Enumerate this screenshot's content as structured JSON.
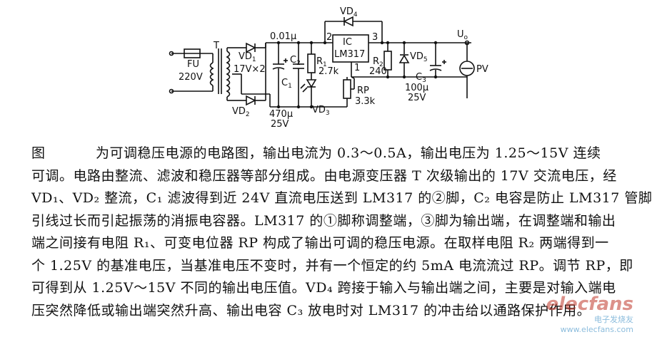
{
  "circuit": {
    "labels": {
      "fuse": "FU",
      "mains": "220V",
      "transformer": "T",
      "vd1": "VD",
      "vd1_sub": "1",
      "secondary": "17V×2",
      "vd2": "VD",
      "vd2_sub": "2",
      "c1_value": "470μ",
      "c1_voltage": "25V",
      "c1": "C",
      "c1_sub": "1",
      "c2_value": "0.01μ",
      "c2": "C",
      "c2_sub": "2",
      "ic_title": "IC",
      "ic_part": "LM317",
      "pin2": "2",
      "pin3": "3",
      "pin1": "1",
      "r1": "R",
      "r1_sub": "1",
      "r1_value": "2.7k",
      "vd3": "VD",
      "vd3_sub": "3",
      "rp": "RP",
      "rp_value": "3.3k",
      "r2": "R",
      "r2_sub": "2",
      "r2_value": "240",
      "vd4": "VD",
      "vd4_sub": "4",
      "vd5": "VD",
      "vd5_sub": "5",
      "c3": "C",
      "c3_sub": "3",
      "c3_value": "100μ",
      "c3_voltage": "25V",
      "output": "U",
      "output_sub": "o",
      "meter": "PV"
    }
  },
  "description": {
    "figure_label": "图",
    "lines": [
      "为可调稳压电源的电路图，输出电流为 0.3～0.5A，输出电压为 1.25～15V 连续",
      "可调。电路由整流、滤波和稳压器等部分组成。由电源变压器 T 次级输出的 17V 交流电压，经",
      "VD₁、VD₂ 整流，C₁ 滤波得到近 24V 直流电压送到 LM317 的②脚，C₂ 电容是防止 LM317 管脚",
      "引线过长而引起振荡的消振电容器。LM317 的①脚称调整端，③脚为输出端，在调整端和输出",
      "端之间接有电阻 R₁、可变电位器 RP 构成了输出可调的稳压电源。在取样电阻 R₂ 两端得到一",
      "个 1.25V 的基准电压，当基准电压不变时，并有一个恒定的约 5mA 电流流过 RP。调节 RP，即",
      "可得到从 1.25V～15V 不同的输出电压值。VD₄ 跨接于输入与输出端之间，主要是对输入端电",
      "压突然降低或输出端突然升高、输出电容 C₃ 放电时对 LM317 的冲击给以通路保护作用。"
    ]
  },
  "watermark": {
    "logo": "elecfans",
    "site": "电子发烧友",
    "url": "www.elecfans.com"
  }
}
